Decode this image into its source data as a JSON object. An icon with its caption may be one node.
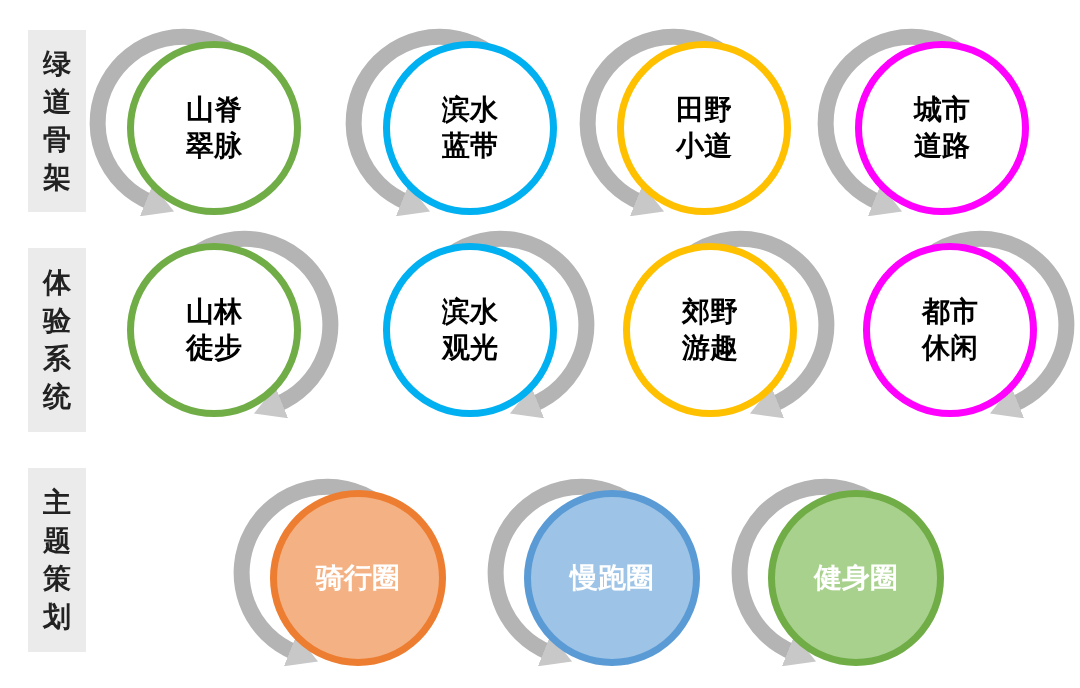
{
  "diagram": {
    "nodes": [
      {
        "text": [
          "绿道骨架"
        ]
      },
      {
        "text": [
          "山脊翠脉"
        ]
      },
      {
        "text": [
          "滨水蓝带"
        ]
      },
      {
        "text": [
          "田野小道"
        ]
      },
      {
        "text": [
          "城市道路"
        ]
      },
      {
        "text": [
          "体验系统"
        ]
      },
      {
        "text": [
          "山林徒步"
        ]
      },
      {
        "text": [
          "滨水观光"
        ]
      },
      {
        "text": [
          "郊野游趣"
        ]
      },
      {
        "text": [
          "都市休闲"
        ]
      },
      {
        "text": [
          "主题策划"
        ]
      },
      {
        "text": [
          "骑行圈"
        ]
      },
      {
        "text": [
          "慢跑圈"
        ]
      },
      {
        "text": [
          "健身圈"
        ]
      }
    ],
    "edges": [
      {
        "from": 1,
        "to": 1,
        "arrow": "to"
      },
      {
        "from": 2,
        "to": 2,
        "arrow": "to"
      },
      {
        "from": 3,
        "to": 3,
        "arrow": "to"
      },
      {
        "from": 4,
        "to": 4,
        "arrow": "to"
      },
      {
        "from": 6,
        "to": 6,
        "arrow": "to"
      },
      {
        "from": 7,
        "to": 7,
        "arrow": "to"
      },
      {
        "from": 8,
        "to": 8,
        "arrow": "to"
      },
      {
        "from": 9,
        "to": 9,
        "arrow": "to"
      },
      {
        "from": 11,
        "to": 11,
        "arrow": "to"
      },
      {
        "from": 12,
        "to": 12,
        "arrow": "to"
      },
      {
        "from": 13,
        "to": 13,
        "arrow": "to"
      }
    ]
  }
}
